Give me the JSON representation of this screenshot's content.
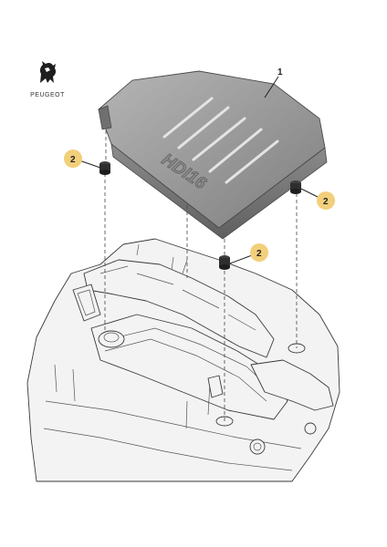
{
  "brand": {
    "name": "PEUGEOT"
  },
  "cover": {
    "marking": "HDI16"
  },
  "callouts": [
    {
      "label": "1"
    },
    {
      "label": "2"
    },
    {
      "label": "2"
    },
    {
      "label": "2"
    }
  ],
  "colors": {
    "callout_fill": "#f2cf7a",
    "cover": "#9a9a9a",
    "cover_dark": "#6e6e6e"
  }
}
